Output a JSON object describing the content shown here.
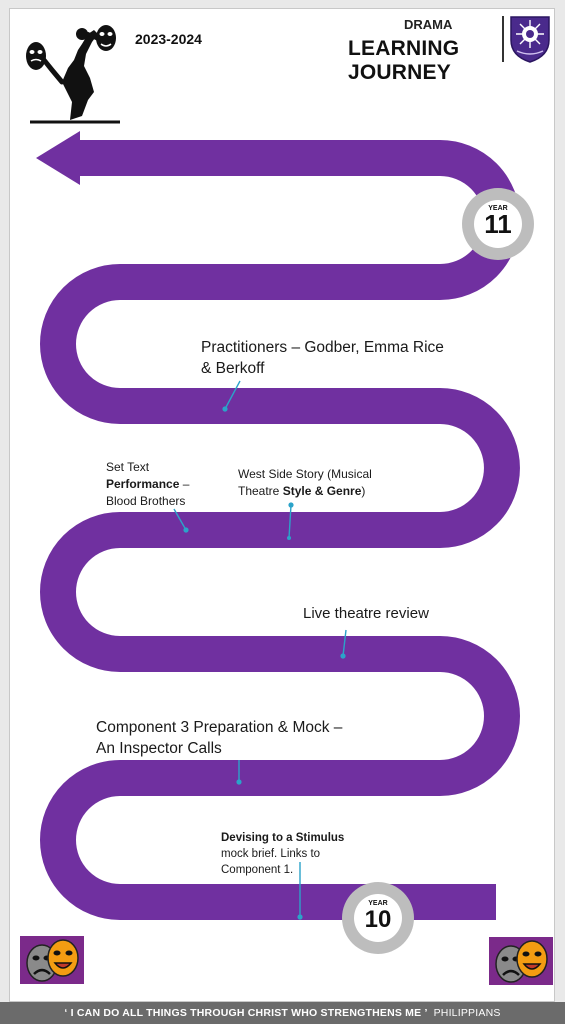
{
  "header": {
    "year_range": "2023-2024",
    "subject": "DRAMA",
    "title": "LEARNING JOURNEY"
  },
  "milestones": {
    "year11": {
      "word": "YEAR",
      "number": "11"
    },
    "year10": {
      "word": "YEAR",
      "number": "10"
    }
  },
  "topics": {
    "practitioners": {
      "line1": "Practitioners – Godber,  Emma Rice",
      "line2": "& Berkoff"
    },
    "set_text": {
      "line1": "Set Text",
      "line2_bold": "Performance",
      "line2_rest": " –",
      "line3": "Blood Brothers"
    },
    "west_side": {
      "line1": "West Side Story (Musical",
      "line2_start": "Theatre ",
      "line2_bold": "Style & Genre",
      "line2_end": ")"
    },
    "live_theatre": {
      "text": "Live theatre review"
    },
    "component3": {
      "line1": "Component 3 Preparation & Mock  –",
      "line2": "An Inspector Calls"
    },
    "devising": {
      "line1_bold": "Devising to a Stimulus",
      "line2": "mock brief. Links to",
      "line3": "Component 1."
    }
  },
  "footer": {
    "quote": "‘ I CAN DO ALL THINGS THROUGH CHRIST WHO STRENGTHENS ME ’",
    "reference": "PHILIPPIANS"
  },
  "colors": {
    "path": "#7030a0",
    "year_ring": "#bdbdbd",
    "pointer": "#1aa0c8"
  }
}
